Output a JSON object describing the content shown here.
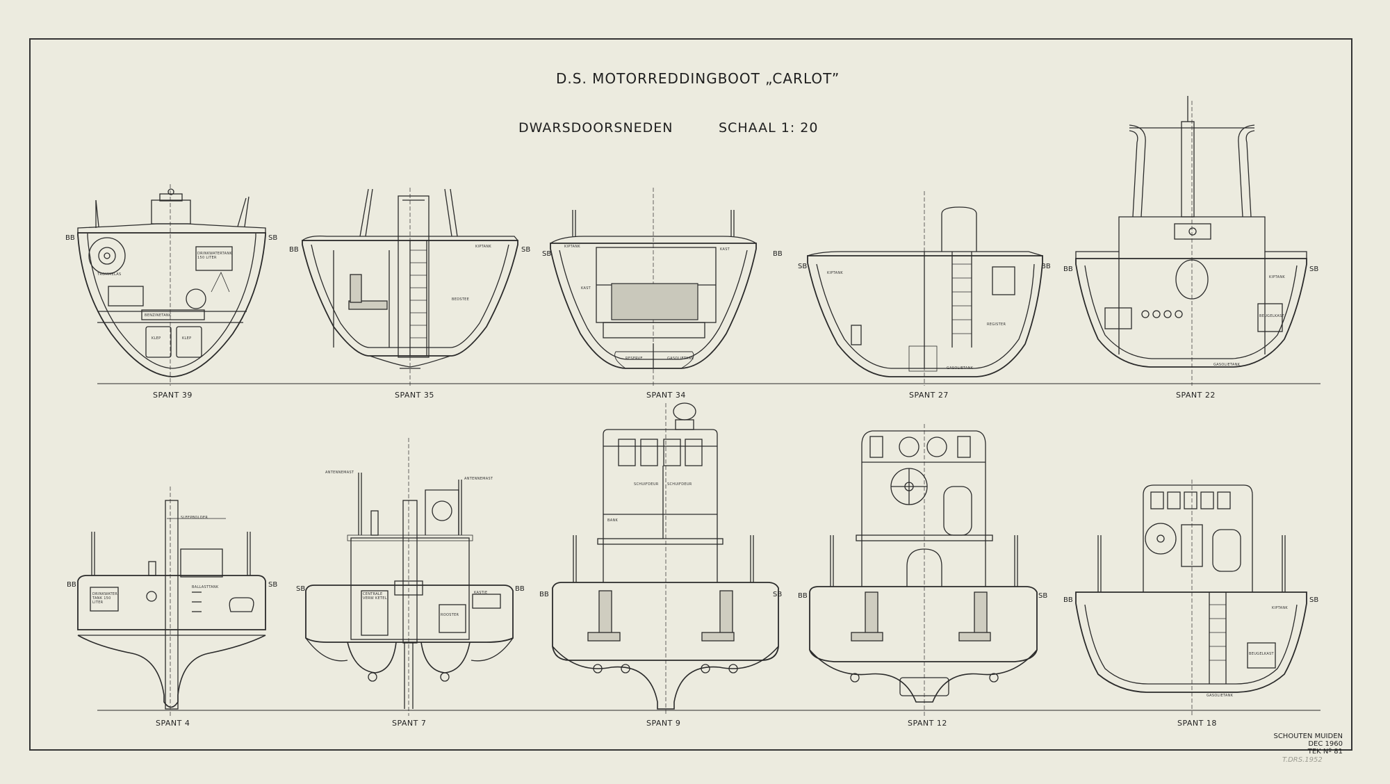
{
  "title": "D.S. MOTORREDDINGBOOT „CARLOT”",
  "subtitle": "DWARSDOORSNEDEN",
  "scale": "SCHAAL 1: 20",
  "sections": [
    {
      "label": "SPANT 39",
      "left_side": "BB",
      "right_side": "SB",
      "annotations": [
        "TROMMELAS",
        "DRINKWATERTANK 150 LITER",
        "BENZINETANK",
        "KLEP",
        "KLEP"
      ]
    },
    {
      "label": "SPANT 35",
      "left_side": "BB",
      "right_side": "SB",
      "annotations": [
        "KIPTANK",
        "BEDSTEE"
      ]
    },
    {
      "label": "SPANT 34",
      "left_side": "SB",
      "right_side": "BB",
      "annotations": [
        "KIPTANK",
        "KAST",
        "KAST",
        "RESERVE",
        "GASOLIETANK"
      ]
    },
    {
      "label": "SPANT 27",
      "left_side": "SB",
      "right_side": "BB",
      "annotations": [
        "KIPTANK",
        "GASOLIETANK",
        "REGISTER"
      ]
    },
    {
      "label": "SPANT 22",
      "left_side": "BB",
      "right_side": "SB",
      "annotations": [
        "KIPTANK",
        "GASOLIETANK",
        "BEUGELKAST"
      ]
    },
    {
      "label": "SPANT 4",
      "left_side": "BB",
      "right_side": "SB",
      "annotations": [
        "SLEEPBOLDER",
        "DRINKWATER TANK 150 LITER",
        "BALLASTTANK"
      ]
    },
    {
      "label": "SPANT 7",
      "left_side": "SB",
      "right_side": "BB",
      "annotations": [
        "ANTENNEMAST",
        "ANTENNEMAST",
        "CENTRALE VERW KETEL",
        "KASTJE",
        "ROOSTER"
      ]
    },
    {
      "label": "SPANT 9",
      "left_side": "BB",
      "right_side": "SB",
      "annotations": [
        "SCHUIFDEUR",
        "SCHUIFDEUR",
        "BANK"
      ]
    },
    {
      "label": "SPANT 12",
      "left_side": "BB",
      "right_side": "SB",
      "annotations": []
    },
    {
      "label": "SPANT 18",
      "left_side": "BB",
      "right_side": "SB",
      "annotations": [
        "KIPTANK",
        "GASOLIETANK",
        "BEUGELKAST"
      ]
    }
  ],
  "credit": {
    "line1": "SCHOUTEN MUIDEN",
    "line2": "DEC 1960",
    "line3": "TEK Nº 81"
  },
  "stamp": "T.DRS.1952"
}
